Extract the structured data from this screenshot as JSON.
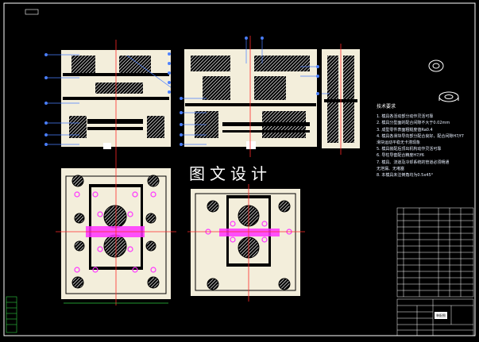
{
  "drawing": {
    "watermark": "图文设计",
    "colors": {
      "background": "#000000",
      "outline": "#ffffff",
      "centerline": "#ff2a2a",
      "leader": "#4a7fff",
      "bolt": "#ff33ff",
      "green": "#2ecc40",
      "note": "#ffffff"
    }
  },
  "notes": {
    "title": "技术要求",
    "lines": [
      "1. 模具各活动部分动作灵活可靠",
      "2. 模具分型面的配合间隙不大于0.02mm",
      "3. 成型零件表面粗糙度值Ra0.4",
      "4. 模具各滑块导向部分配合良好，配合间隙H7/f7",
      "   滑块运动平稳无卡滞现象",
      "5. 模具装配后顶出机构动作灵活可靠",
      "6. 导柱导套配合精度H7/f6",
      "7. 模具、浇道及冷却系统的管道必须畅通",
      "   无泄漏、无堵塞",
      "8. 本模具未注倒角均为0.5x45°"
    ]
  },
  "title_block": {
    "part_name": "装配图"
  },
  "icons": {
    "part_iso": "washer-part-icon"
  }
}
